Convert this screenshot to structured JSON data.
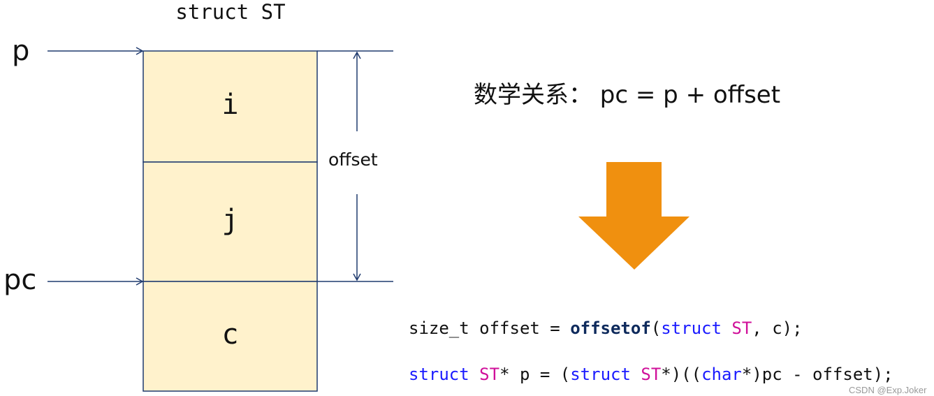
{
  "struct_title": "struct ST",
  "pointers": {
    "p": "p",
    "pc": "pc"
  },
  "fields": [
    "i",
    "j",
    "c"
  ],
  "offset_label": "offset",
  "relation": "数学关系： pc = p + offset",
  "colors": {
    "field_fill": "#fff2cc",
    "line": "#1f3a6e",
    "arrow": "#f0900f",
    "keyword": "#1a1aff",
    "type": "#d0109a"
  },
  "code": {
    "line1": {
      "a": "size_t offset = ",
      "fn": "offsetof",
      "b": "(",
      "kw": "struct",
      "sp": " ",
      "ty": "ST",
      "c": ", c);"
    },
    "line2": {
      "kw1": "struct",
      "sp1": " ",
      "ty1": "ST",
      "a": "* p = (",
      "kw2": "struct",
      "sp2": " ",
      "ty2": "ST",
      "b": "*)((",
      "kw3": "char",
      "c": "*)pc - offset);"
    }
  },
  "watermark": "CSDN @Exp.Joker"
}
